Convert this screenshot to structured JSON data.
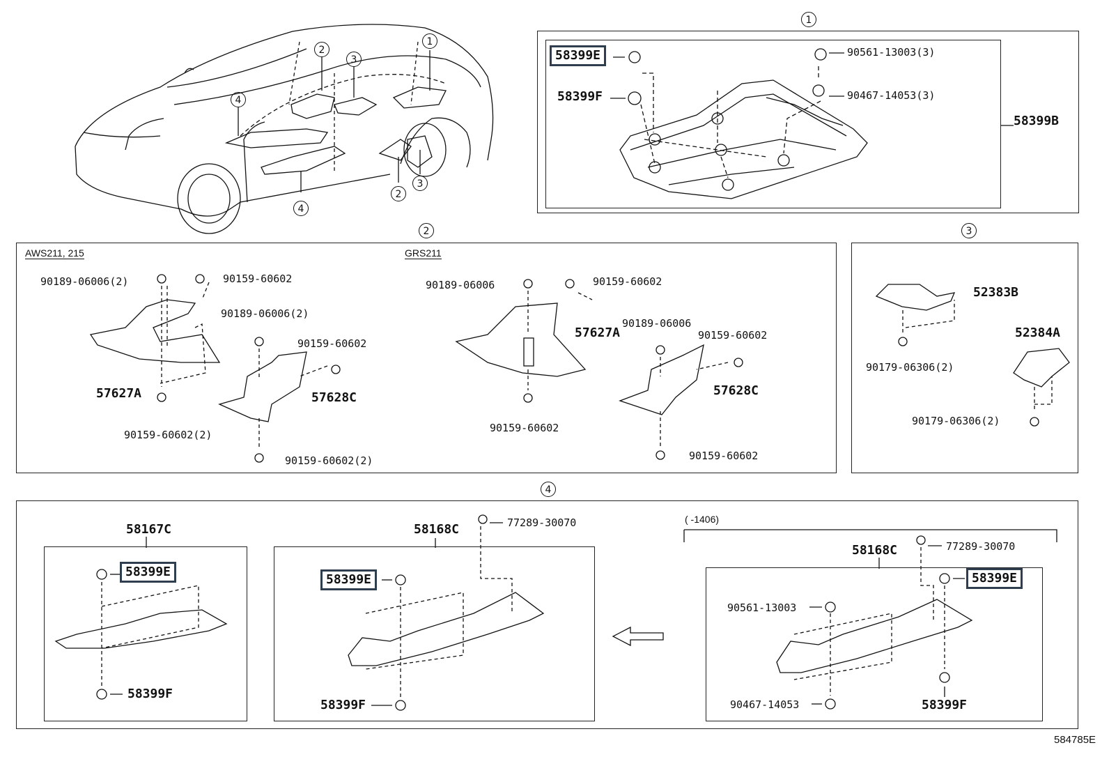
{
  "overview": {
    "callouts": [
      "1",
      "2",
      "3",
      "4",
      "2",
      "3",
      "4"
    ]
  },
  "panel1": {
    "circle": "1",
    "highlight": "58399E",
    "labels": {
      "f": "58399F",
      "b": "58399B",
      "p1": "90561-13003(3)",
      "p2": "90467-14053(3)"
    }
  },
  "panel2": {
    "circle": "2",
    "left_title": "AWS211, 215",
    "right_title": "GRS211",
    "left_labels": {
      "a": "90189-06006(2)",
      "b": "90159-60602",
      "c": "90189-06006(2)",
      "d": "90159-60602",
      "e": "57627A",
      "f": "57628C",
      "g": "90159-60602(2)",
      "h": "90159-60602(2)"
    },
    "right_labels": {
      "a": "90189-06006",
      "b": "90159-60602",
      "c": "57627A",
      "d": "90189-06006",
      "e": "90159-60602",
      "f": "57628C",
      "g": "90159-60602",
      "h": "90159-60602"
    }
  },
  "panel3": {
    "circle": "3",
    "labels": {
      "a": "52383B",
      "b": "52384A",
      "c": "90179-06306(2)",
      "d": "90179-06306(2)"
    }
  },
  "panel4": {
    "circle": "4",
    "left": {
      "title": "58167C",
      "highlight": "58399E",
      "f": "58399F"
    },
    "middle": {
      "title": "58168C",
      "highlight": "58399E",
      "f": "58399F",
      "clip": "77289-30070"
    },
    "right": {
      "range": "(   -1406)",
      "title": "58168C",
      "highlight": "58399E",
      "f": "58399F",
      "clip": "77289-30070",
      "p1": "90561-13003",
      "p2": "90467-14053"
    }
  },
  "figure_code": "584785E"
}
